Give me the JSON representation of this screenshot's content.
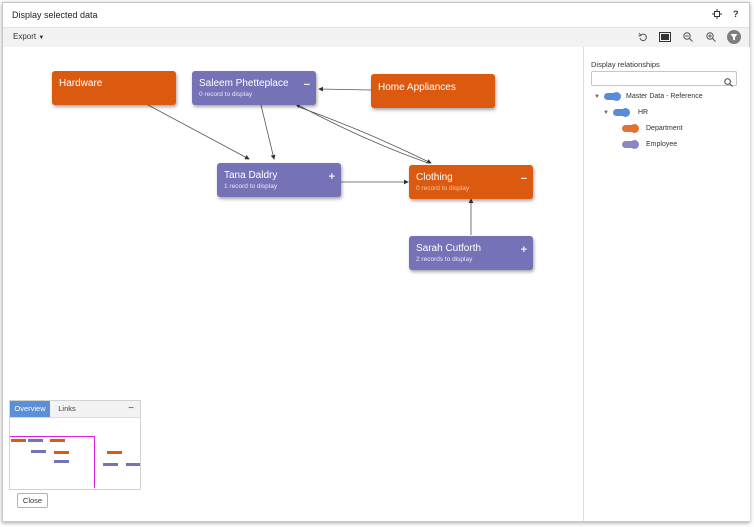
{
  "window": {
    "title": "Display selected data"
  },
  "toolbar": {
    "export_label": "Export"
  },
  "colors": {
    "department": "#dc5a0f",
    "employee": "#7672b8",
    "master": "#3b78cf"
  },
  "nodes": {
    "hardware": {
      "title": "Hardware",
      "subtitle": ""
    },
    "saleem": {
      "title": "Saleem Phetteplace",
      "subtitle": "0 record to display",
      "button": "−"
    },
    "home": {
      "title": "Home Appliances",
      "subtitle": ""
    },
    "tana": {
      "title": "Tana Daldry",
      "subtitle": "1 record to display",
      "button": "+"
    },
    "clothing": {
      "title": "Clothing",
      "subtitle": "0 record to display",
      "button": "−"
    },
    "sarah": {
      "title": "Sarah Cutforth",
      "subtitle": "2 records to display",
      "button": "+"
    }
  },
  "overview": {
    "tabs": [
      "Overview",
      "Links"
    ],
    "minimize": "−"
  },
  "footer": {
    "close_label": "Close"
  },
  "side_panel": {
    "title": "Display relationships",
    "search_placeholder": "",
    "tree": {
      "master": "Master Data - Reference",
      "hr": "HR",
      "department": "Department",
      "employee": "Employee"
    }
  }
}
